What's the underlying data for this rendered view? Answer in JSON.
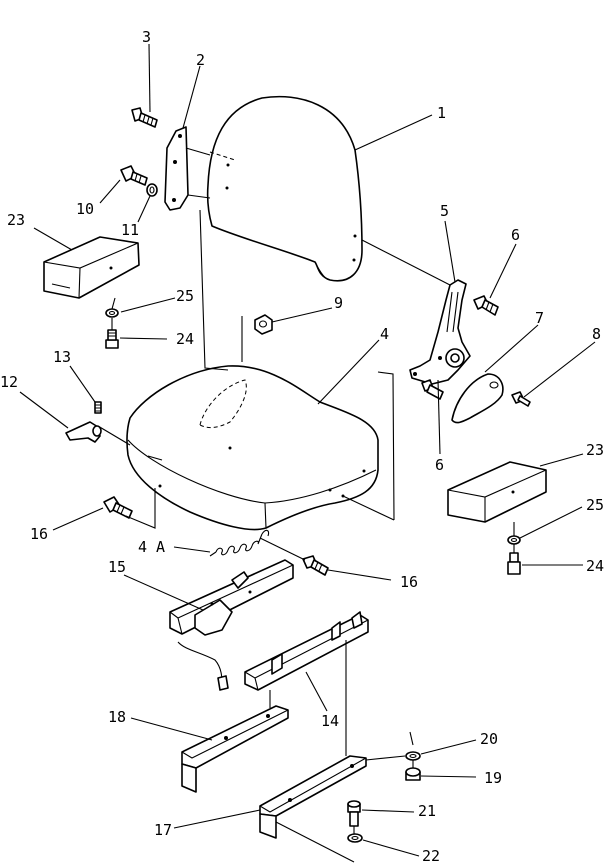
{
  "callouts": {
    "c1": "1",
    "c2": "2",
    "c3": "3",
    "c4": "4",
    "c4a": "4 A",
    "c5": "5",
    "c6a": "6",
    "c6b": "6",
    "c7": "7",
    "c8": "8",
    "c9": "9",
    "c10": "10",
    "c11": "11",
    "c12": "12",
    "c13": "13",
    "c14": "14",
    "c15": "15",
    "c16a": "16",
    "c16b": "16",
    "c17": "17",
    "c18": "18",
    "c19": "19",
    "c20": "20",
    "c21": "21",
    "c22": "22",
    "c23a": "23",
    "c23b": "23",
    "c24a": "24",
    "c24b": "24",
    "c25a": "25",
    "c25b": "25"
  }
}
